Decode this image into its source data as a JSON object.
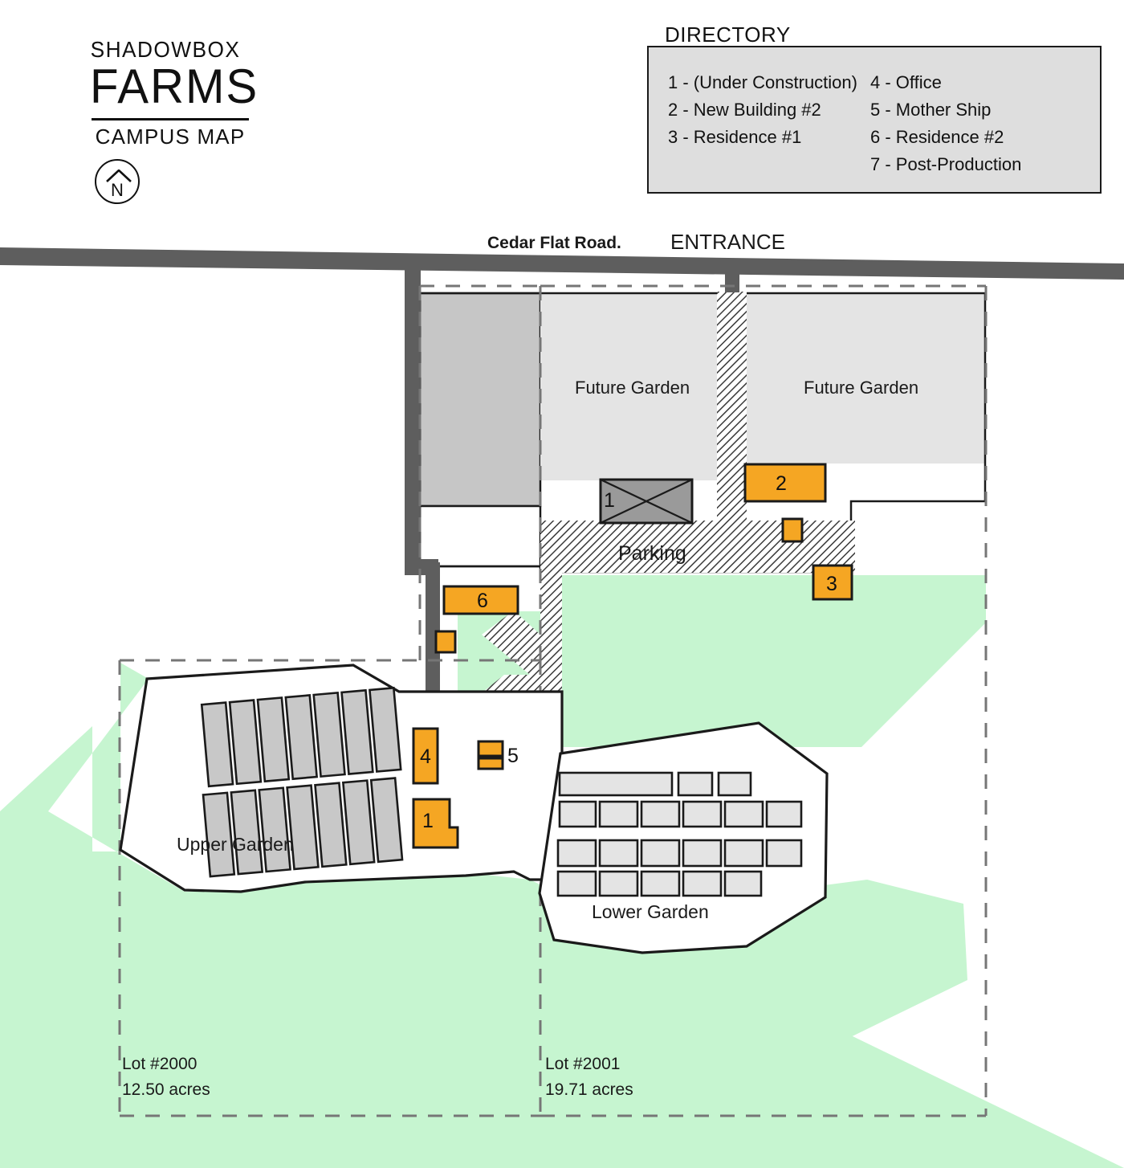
{
  "brand": {
    "line1": "SHADOWBOX",
    "line2": "FARMS",
    "line3": "CAMPUS MAP"
  },
  "compass": {
    "letter": "N",
    "icon": "north-arrow-icon"
  },
  "directory": {
    "title": "DIRECTORY",
    "entries": [
      {
        "num": "1",
        "label": "1 - (Under Construction)",
        "name": "(Under Construction)",
        "column": "left"
      },
      {
        "num": "2",
        "label": "2 - New Building #2",
        "name": "New Building #2",
        "column": "left"
      },
      {
        "num": "3",
        "label": "3 - Residence #1",
        "name": "Residence #1",
        "column": "left"
      },
      {
        "num": "4",
        "label": "4 - Office",
        "name": "Office",
        "column": "right"
      },
      {
        "num": "5",
        "label": "5 - Mother Ship",
        "name": "Mother Ship",
        "column": "right"
      },
      {
        "num": "6",
        "label": "6 - Residence #2",
        "name": "Residence #2",
        "column": "right"
      },
      {
        "num": "7",
        "label": "7 - Post-Production",
        "name": "Post-Production",
        "column": "right"
      }
    ],
    "blank_cell": ""
  },
  "map": {
    "road_label": "Cedar Flat Road.",
    "entrance_label": "ENTRANCE",
    "future_garden_1": "Future Garden",
    "future_garden_2": "Future Garden",
    "parking_label": "Parking",
    "upper_garden_label": "Upper Garden",
    "lower_garden_label": "Lower Garden",
    "building_markers": [
      {
        "id": "b1-parking",
        "num": "1"
      },
      {
        "id": "b2",
        "num": "2"
      },
      {
        "id": "b3",
        "num": "3"
      },
      {
        "id": "b4",
        "num": "4"
      },
      {
        "id": "b5",
        "num": "5"
      },
      {
        "id": "b6",
        "num": "6"
      },
      {
        "id": "b1-lower",
        "num": "1"
      }
    ],
    "lots": [
      {
        "id": "lot-2000",
        "name": "Lot #2000",
        "acreage": "12.50 acres"
      },
      {
        "id": "lot-2001",
        "name": "Lot #2001",
        "acreage": "19.71 acres"
      }
    ]
  },
  "colors": {
    "orange_building": "#F5A623",
    "greenspace": "#C6F5D0",
    "future_garden_fill": "#E4E4E4",
    "darker_parcel_fill": "#C6C6C6",
    "road": "#5E5E5E",
    "outline": "#1a1a1a",
    "lot_boundary": "#767676",
    "page_background": "#FFFFFF"
  }
}
